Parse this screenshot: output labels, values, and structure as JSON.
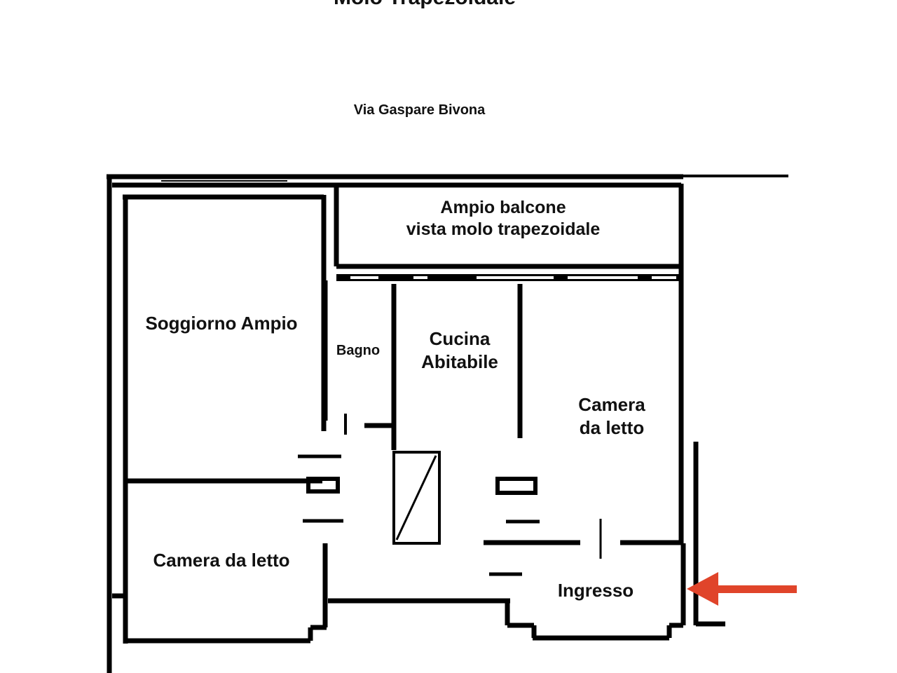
{
  "title": "Molo Trapezoidale",
  "street": "Via Gaspare Bivona",
  "rooms": {
    "balcony_line1": "Ampio balcone",
    "balcony_line2": "vista molo trapezoidale",
    "living": "Soggiorno Ampio",
    "bathroom": "Bagno",
    "kitchen_line1": "Cucina",
    "kitchen_line2": "Abitabile",
    "bedroom1_line1": "Camera",
    "bedroom1_line2": "da letto",
    "bedroom2": "Camera da letto",
    "entrance": "Ingresso"
  },
  "colors": {
    "walls": "#000000",
    "arrow": "#e0442a"
  },
  "entrance_arrow_icon": "arrow-left-icon"
}
